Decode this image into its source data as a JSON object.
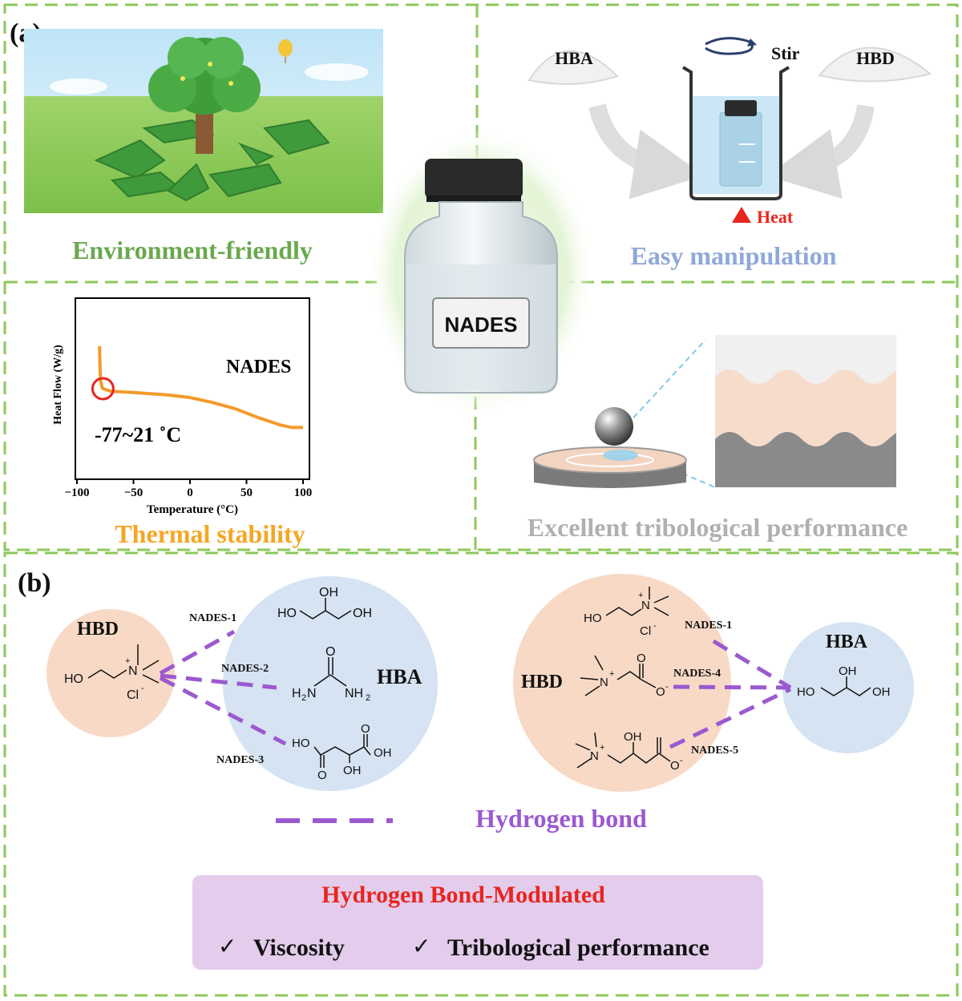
{
  "panel_a": {
    "label": "(a)",
    "environment": {
      "caption": "Environment-friendly"
    },
    "manipulation": {
      "caption": "Easy manipulation",
      "hba": "HBA",
      "hbd": "HBD",
      "stir": "Stir",
      "heat": "Heat"
    },
    "bottle": {
      "label": "NADES"
    },
    "thermal": {
      "caption": "Thermal stability",
      "chart_title": "NADES",
      "range_label": "-77~21 ˚C"
    },
    "tribology": {
      "caption": "Excellent tribological performance"
    }
  },
  "panel_b": {
    "label": "(b)",
    "left": {
      "hbd": "HBD",
      "hba": "HBA",
      "nades1": "NADES-1",
      "nades2": "NADES-2",
      "nades3": "NADES-3"
    },
    "right": {
      "hbd": "HBD",
      "hba": "HBA",
      "nades1": "NADES-1",
      "nades4": "NADES-4",
      "nades5": "NADES-5"
    },
    "legend": "Hydrogen bond",
    "box": {
      "title": "Hydrogen Bond-Modulated",
      "item1": "Viscosity",
      "item2": "Tribological performance",
      "check": "✓"
    }
  },
  "chemistry": {
    "ho": "HO",
    "oh": "OH",
    "o": "O",
    "cl": "Cl",
    "minus": "-",
    "n": "N",
    "nplus": "N",
    "plus": "+",
    "h2n": "H",
    "nh2": "NH",
    "sub2": "2"
  },
  "colors": {
    "frame": "#8cc85a",
    "green_caption": "#6aa84f",
    "blue_caption": "#8fa8d8",
    "orange_caption": "#f5a623",
    "gray_caption": "#b0b0b0",
    "purple": "#9b59d0",
    "red": "#e8251e",
    "hbd_fill": "#f8d9c6",
    "hba_fill": "#d5e3f2",
    "curve": "#f39a2a"
  },
  "chart_data": {
    "type": "line",
    "title": "NADES",
    "xlabel": "Temperature (°C)",
    "ylabel": "Heat Flow (W/g)",
    "xlim": [
      -100,
      100
    ],
    "x_ticks": [
      -100,
      -50,
      0,
      50,
      100
    ],
    "y_ticks": [],
    "grid": false,
    "annotation": "-77~21 ˚C",
    "series": [
      {
        "x": [
          -80,
          -79.6,
          -79,
          -78,
          -77,
          -70,
          -50,
          -20,
          0,
          20,
          40,
          60,
          80,
          90,
          100
        ],
        "y": [
          1.0,
          0.82,
          0.72,
          0.68,
          0.66,
          0.64,
          0.63,
          0.61,
          0.59,
          0.55,
          0.5,
          0.43,
          0.37,
          0.35,
          0.35
        ]
      }
    ]
  }
}
